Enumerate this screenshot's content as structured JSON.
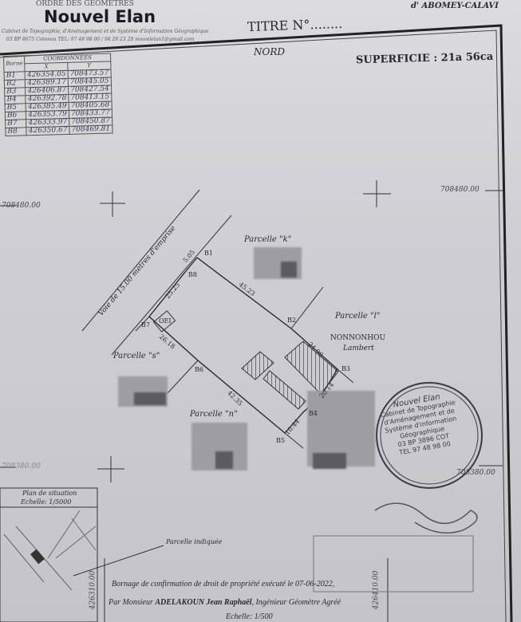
{
  "header": {
    "order_text": "ORDRE DES GEOMETRES",
    "brand": "Nouvel Elan",
    "subtitle": "Cabinet de Topographie, d'Aménagement et de Système d'Information Géographique",
    "contact": "03 BP 8675 Cotonou TEL: 97 48 98 00 / 94 29 23 29 nouvelelan1@gmail.com",
    "titre_label": "TITRE N°........",
    "commune": "d' ABOMEY-CALAVI"
  },
  "plan": {
    "north_label": "NORD",
    "superficie": "SUPERFICIE : 21a 56ca",
    "coordinates_table": {
      "title": "COORDONNEES",
      "col_borne": "Borne",
      "col_x": "X",
      "col_y": "Y",
      "rows": [
        {
          "borne": "B1",
          "x": "426354.05",
          "y": "708473.57"
        },
        {
          "borne": "B2",
          "x": "426389.17",
          "y": "708445.05"
        },
        {
          "borne": "B3",
          "x": "426406.87",
          "y": "708427.54"
        },
        {
          "borne": "B4",
          "x": "426392.78",
          "y": "708413.15"
        },
        {
          "borne": "B5",
          "x": "426385.49",
          "y": "708405.68"
        },
        {
          "borne": "B6",
          "x": "426353.79",
          "y": "708433.77"
        },
        {
          "borne": "B7",
          "x": "426333.97",
          "y": "708450.87"
        },
        {
          "borne": "B8",
          "x": "426350.67",
          "y": "708469.81"
        }
      ]
    },
    "grid_labels": {
      "y_top_right": "708480.00",
      "y_top_left": "708480.00",
      "y_bottom_right": "708380.00",
      "y_bottom_left": "708380.00",
      "x_left": "426310.00",
      "x_right": "426410.00"
    },
    "road_label": "Voie de 15.00 mètres d'emprise",
    "borne_labels": [
      "B1",
      "B2",
      "B3",
      "B4",
      "B5",
      "B6",
      "B7",
      "B8"
    ],
    "distances": {
      "b8_b1": "5.05",
      "b7_b8": "25.25",
      "b1_b2": "45.23",
      "b2_b3": "24.90",
      "b3_b4": "20.14",
      "b4_b5": "10.44",
      "b5_b6": "42.35",
      "b6_b7": "26.18"
    },
    "parcels": {
      "k": "Parcelle \"k\"",
      "l": "Parcelle \"l\"",
      "s": "Parcelle \"s\"",
      "n": "Parcelle \"n\"",
      "owner_l_1": "NONNONHOU",
      "owner_l_2": "Lambert"
    },
    "oei_label": "OEI"
  },
  "situation": {
    "title": "Plan de situation",
    "scale": "Echelle: 1/5000",
    "indicated": "Parcelle indiquée"
  },
  "footer": {
    "line1": "Bornage de confirmation de droit de propriété exécuté le 07-06-2022,",
    "line2_prefix": "Par Monsieur ",
    "line2_name": "ADELAKOUN Jean Raphaël",
    "line2_suffix": ", Ingénieur Géomètre Agréé",
    "scale": "Echelle: 1/500"
  },
  "stamp": {
    "brand": "Nouvel Elan",
    "text1": "Cabinet de Topographie",
    "text2": "d'Aménagement et de",
    "text3": "Système d'information",
    "text4": "Géographique",
    "text5": "03 BP 3896 COT",
    "text6": "TEL 97 48 98 00"
  },
  "colors": {
    "ink": "#2a2a2e",
    "paper": "#d0d0d4",
    "stamp": "#3a3a48"
  }
}
